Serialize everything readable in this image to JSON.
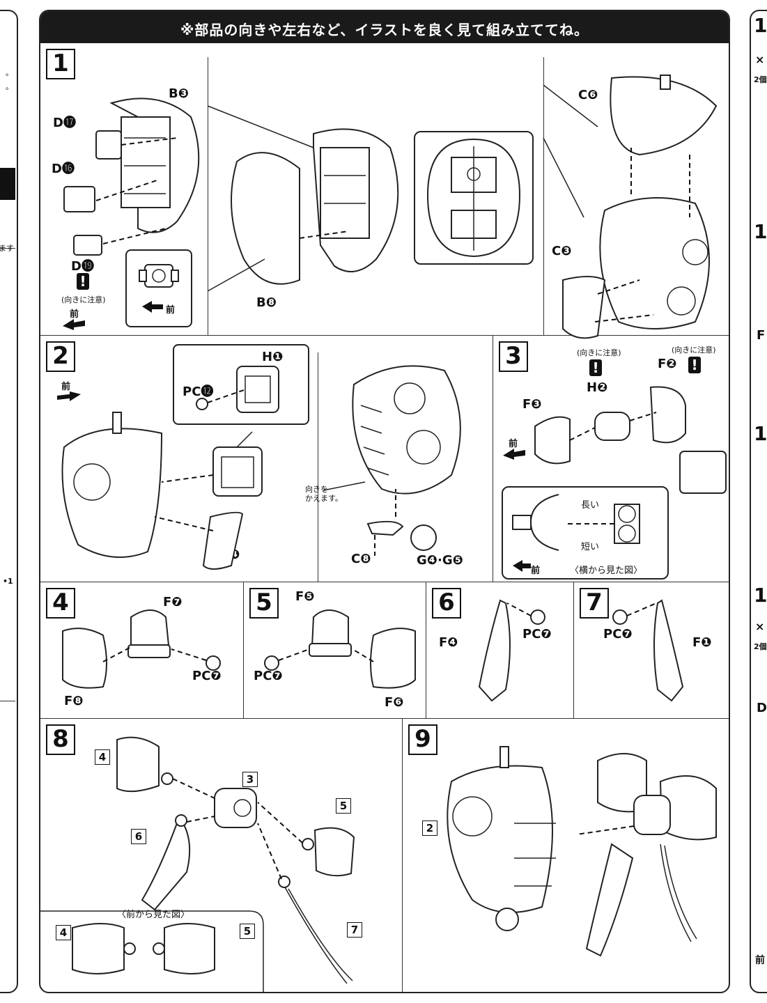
{
  "banner": {
    "text": "※部品の向きや左右など、イラストを良く見て組み立ててね。"
  },
  "side_left": {
    "fragments": [
      "。",
      "。",
      "ます",
      "•1"
    ]
  },
  "side_right": {
    "fragments": [
      "1",
      "×",
      "2個",
      "1",
      "F",
      "1",
      "1",
      "×",
      "2個",
      "D",
      "前"
    ]
  },
  "steps": {
    "s1": {
      "num": "1",
      "labels": [
        "B❸",
        "D⓱",
        "D⓰",
        "D⓳",
        "B❽",
        "C❻",
        "C❸"
      ],
      "note": "(向きに注意)",
      "front": "前",
      "inset_front": "前"
    },
    "s2": {
      "num": "2",
      "labels": [
        "H❶",
        "PC⓬",
        "C❹",
        "C❽",
        "G❹·G❺"
      ],
      "front": "前",
      "note": "向きを\nかえます。"
    },
    "s3": {
      "num": "3",
      "labels": [
        "F❷",
        "H❷",
        "F❸"
      ],
      "note1": "(向きに注意)",
      "note2": "(向きに注意)",
      "front": "前",
      "inset": {
        "long": "長い",
        "short": "短い",
        "caption": "〈横から見た図〉",
        "front": "前"
      }
    },
    "s4": {
      "num": "4",
      "labels": [
        "F❼",
        "PC❼",
        "F❽"
      ]
    },
    "s5": {
      "num": "5",
      "labels": [
        "F❺",
        "PC❼",
        "F❻"
      ]
    },
    "s6": {
      "num": "6",
      "labels": [
        "F❹",
        "PC❼"
      ]
    },
    "s7": {
      "num": "7",
      "labels": [
        "PC❼",
        "F❶"
      ]
    },
    "s8": {
      "num": "8",
      "refs": [
        "4",
        "3",
        "6",
        "5",
        "4",
        "5",
        "7"
      ],
      "caption": "〈前から見た図〉"
    },
    "s9": {
      "num": "9",
      "refs": [
        "2"
      ]
    }
  },
  "icons": {
    "warning": "exclamation-warning-icon",
    "front_arrow": "front-arrow-icon"
  }
}
